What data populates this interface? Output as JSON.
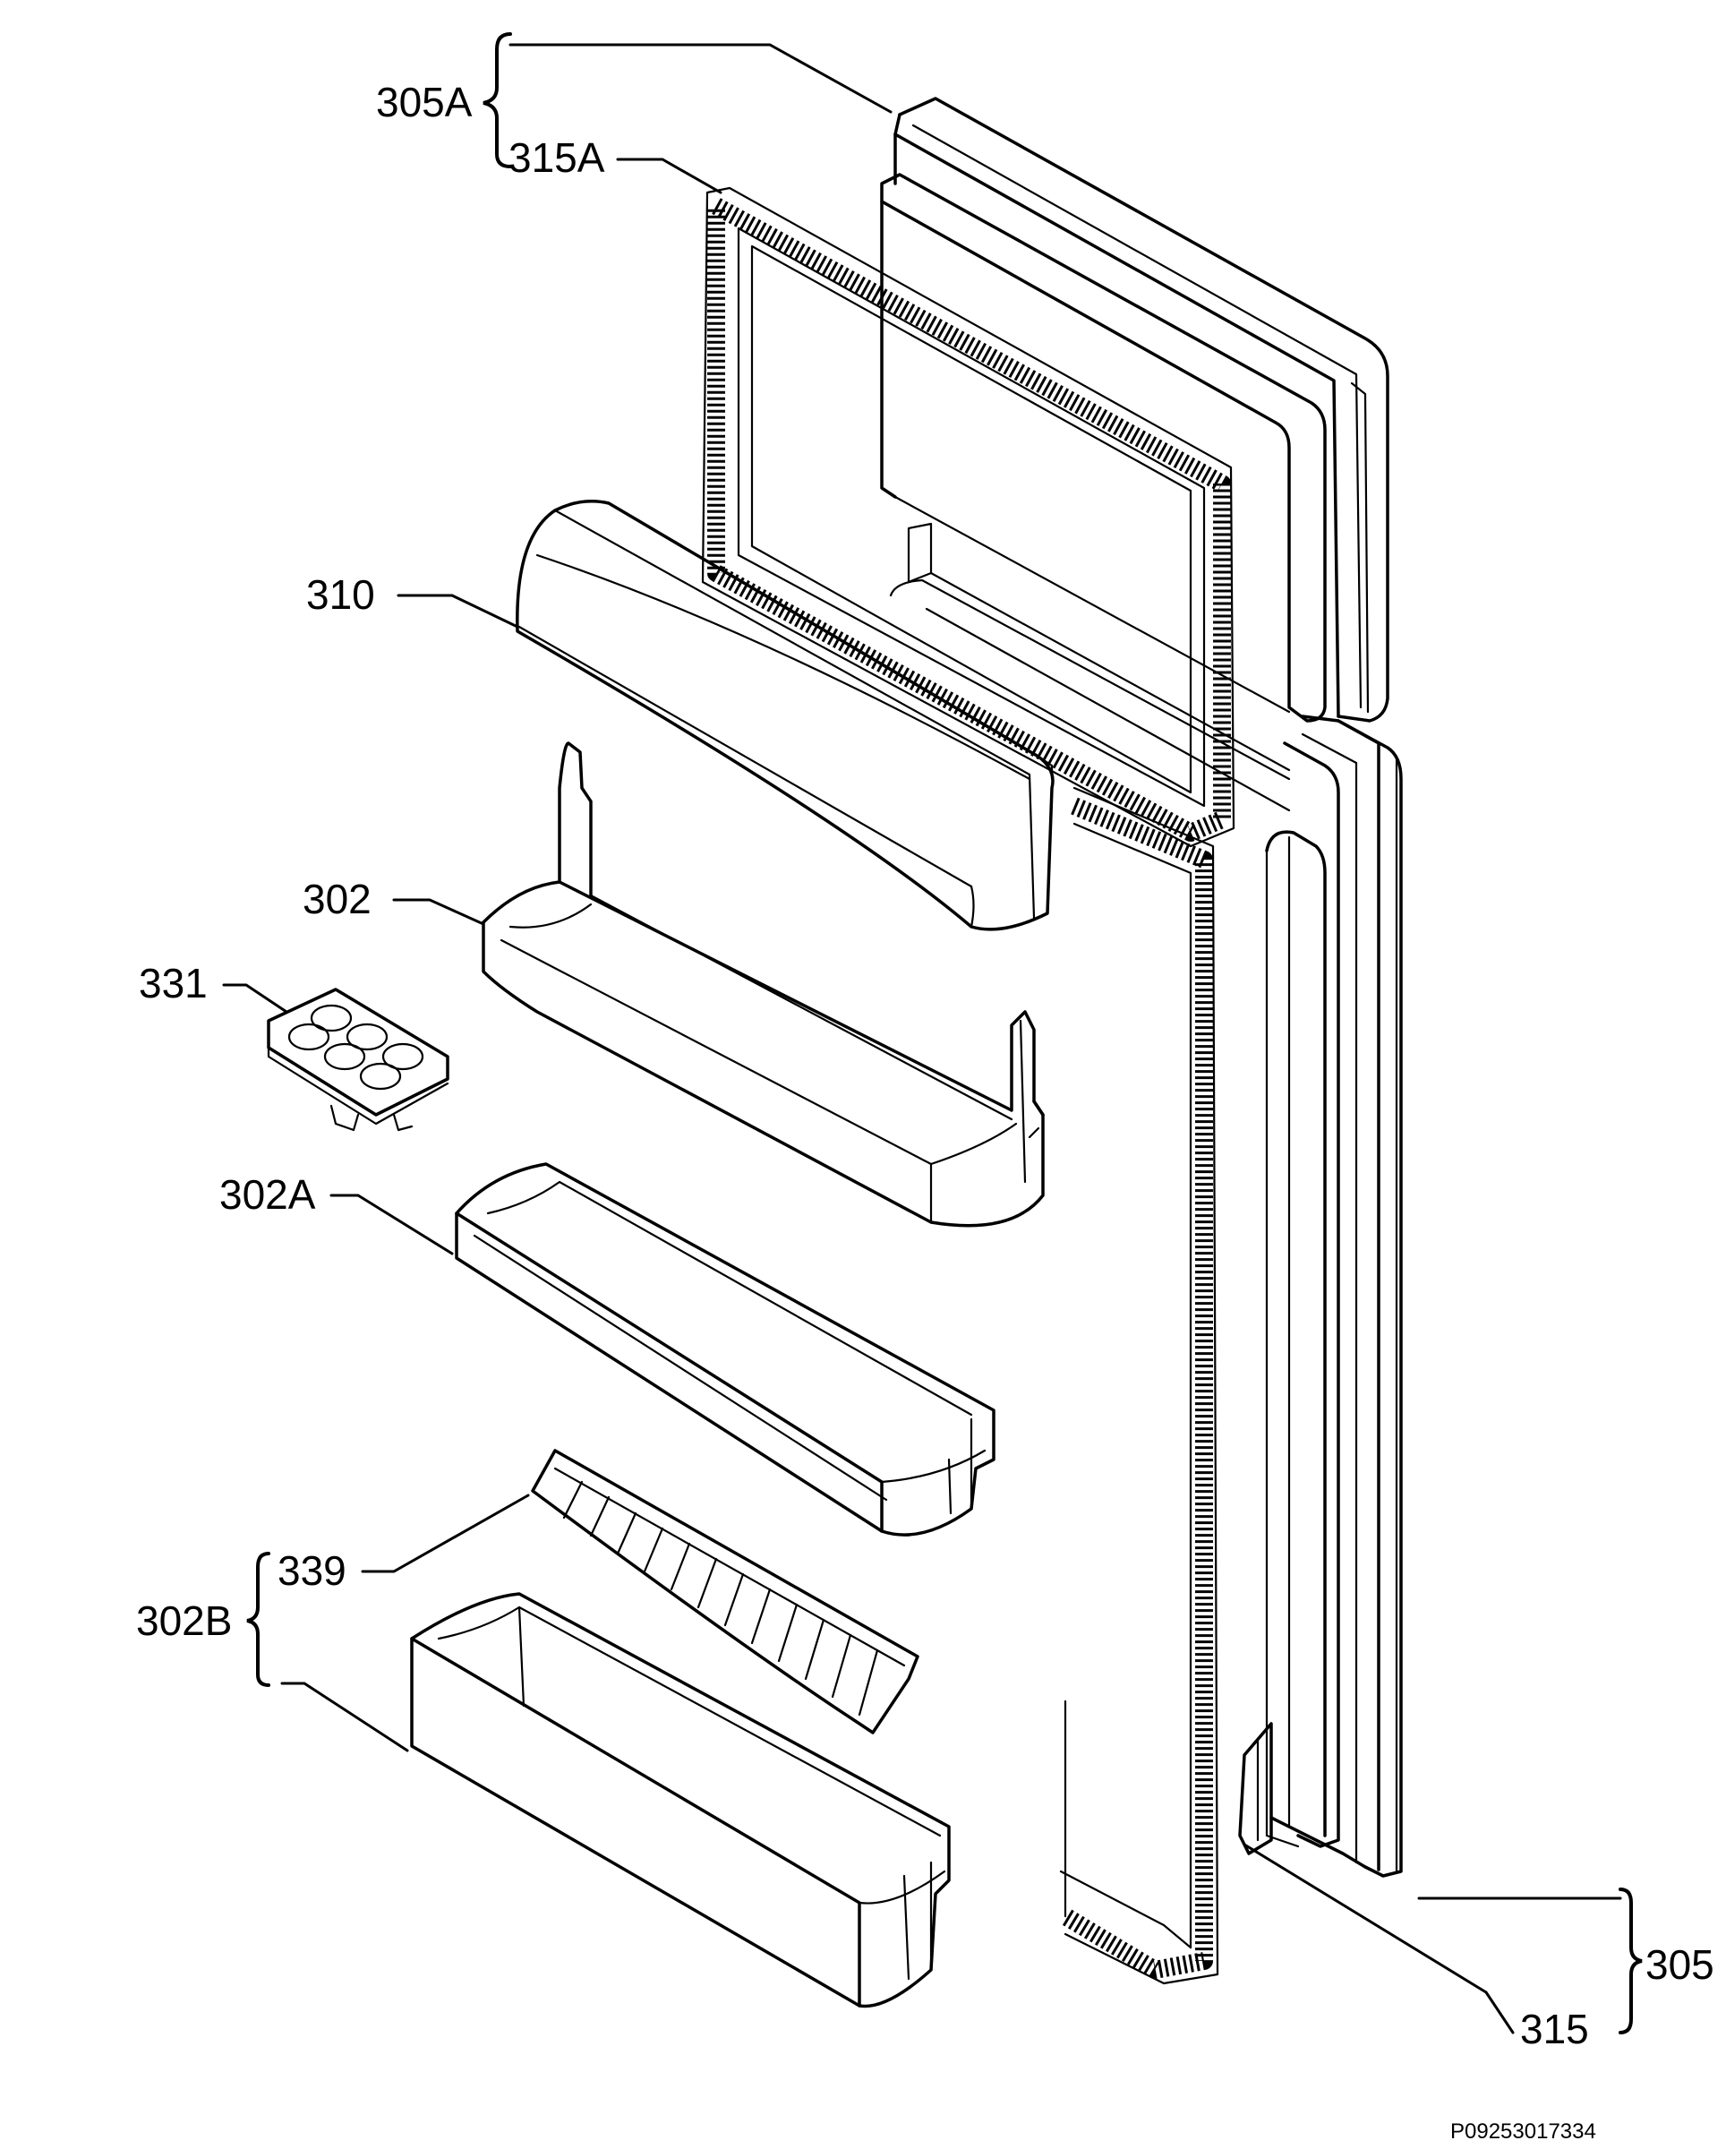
{
  "labels": {
    "p305a": "305A",
    "p315a": "315A",
    "p310": "310",
    "p302": "302",
    "p331": "331",
    "p302a": "302A",
    "p339": "339",
    "p302b": "302B",
    "p305": "305",
    "p315": "315"
  },
  "footer": {
    "code": "P09253017334"
  }
}
